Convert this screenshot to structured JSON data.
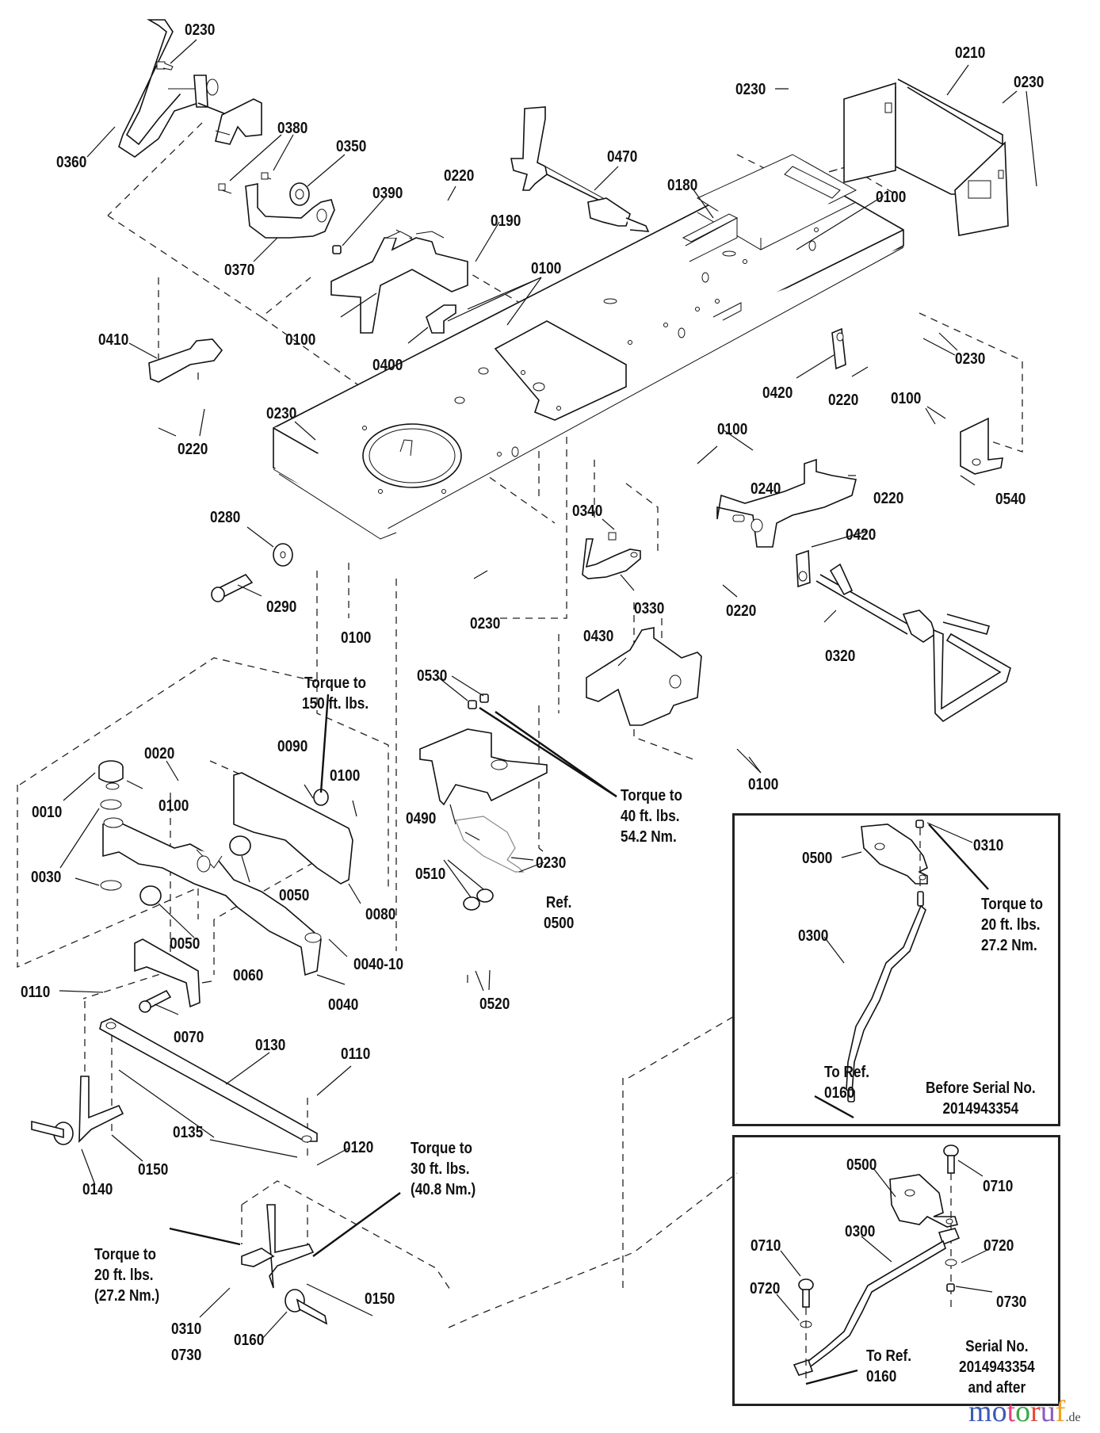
{
  "diagram": {
    "title": "Frame, Steering & Front Axle parts diagram",
    "labels": [
      {
        "id": "l1",
        "text": "0230"
      },
      {
        "id": "l2",
        "text": "0360"
      },
      {
        "id": "l3",
        "text": "0380"
      },
      {
        "id": "l4",
        "text": "0350"
      },
      {
        "id": "l5",
        "text": "0370"
      },
      {
        "id": "l6",
        "text": "0390"
      },
      {
        "id": "l7",
        "text": "0220"
      },
      {
        "id": "l8",
        "text": "0190"
      },
      {
        "id": "l9",
        "text": "0470"
      },
      {
        "id": "l10",
        "text": "0180"
      },
      {
        "id": "l11",
        "text": "0100"
      },
      {
        "id": "l12",
        "text": "0100"
      },
      {
        "id": "l13",
        "text": "0400"
      },
      {
        "id": "l14",
        "text": "0230"
      },
      {
        "id": "l15",
        "text": "0210"
      },
      {
        "id": "l16",
        "text": "0230"
      },
      {
        "id": "l17",
        "text": "0100"
      },
      {
        "id": "l18",
        "text": "0410"
      },
      {
        "id": "l19",
        "text": "0220"
      },
      {
        "id": "l20",
        "text": "0230"
      },
      {
        "id": "l21",
        "text": "0230"
      },
      {
        "id": "l22",
        "text": "0420"
      },
      {
        "id": "l23",
        "text": "0220"
      },
      {
        "id": "l24",
        "text": "0100"
      },
      {
        "id": "l25",
        "text": "0100"
      },
      {
        "id": "l26",
        "text": "0540"
      },
      {
        "id": "l27",
        "text": "0240"
      },
      {
        "id": "l28",
        "text": "0220"
      },
      {
        "id": "l29",
        "text": "0340"
      },
      {
        "id": "l30",
        "text": "0420"
      },
      {
        "id": "l31",
        "text": "0280"
      },
      {
        "id": "l32",
        "text": "0290"
      },
      {
        "id": "l33",
        "text": "0330"
      },
      {
        "id": "l34",
        "text": "0220"
      },
      {
        "id": "l35",
        "text": "0100"
      },
      {
        "id": "l36",
        "text": "0230"
      },
      {
        "id": "l37",
        "text": "0320"
      },
      {
        "id": "l38",
        "text": "0430"
      },
      {
        "id": "l39",
        "text": "0530"
      },
      {
        "id": "l40",
        "text": "0090"
      },
      {
        "id": "l41",
        "text": "0100"
      },
      {
        "id": "l42",
        "text": "0020"
      },
      {
        "id": "l43",
        "text": "0010"
      },
      {
        "id": "l44",
        "text": "0100"
      },
      {
        "id": "l45",
        "text": "0100"
      },
      {
        "id": "l46",
        "text": "0030"
      },
      {
        "id": "l47",
        "text": "0050"
      },
      {
        "id": "l48",
        "text": "0080"
      },
      {
        "id": "l49",
        "text": "0490"
      },
      {
        "id": "l50",
        "text": "0230"
      },
      {
        "id": "l51",
        "text": "0510"
      },
      {
        "id": "l52",
        "text": "0050"
      },
      {
        "id": "l53",
        "text": "0040-10"
      },
      {
        "id": "l54",
        "text": "0060"
      },
      {
        "id": "l55",
        "text": "0040"
      },
      {
        "id": "l56",
        "text": "0520"
      },
      {
        "id": "l57",
        "text": "0110"
      },
      {
        "id": "l58",
        "text": "0070"
      },
      {
        "id": "l59",
        "text": "0130"
      },
      {
        "id": "l60",
        "text": "0110"
      },
      {
        "id": "l61",
        "text": "0135"
      },
      {
        "id": "l62",
        "text": "0120"
      },
      {
        "id": "l63",
        "text": "0150"
      },
      {
        "id": "l64",
        "text": "0140"
      },
      {
        "id": "l65",
        "text": "0150"
      },
      {
        "id": "l66",
        "text": "0310"
      },
      {
        "id": "l67",
        "text": "0730"
      },
      {
        "id": "l68",
        "text": "0160"
      },
      {
        "id": "l69",
        "text": "Ref.\n0500"
      }
    ],
    "notes": {
      "torque_150": "Torque to\n150 ft. lbs.",
      "torque_40": "Torque to\n40 ft. lbs.\n54.2 Nm.",
      "torque_30": "Torque to\n30 ft. lbs.\n(40.8 Nm.)",
      "torque_20": "Torque to\n20 ft. lbs.\n(27.2 Nm.)"
    },
    "inset_before": {
      "labels": {
        "a": "0500",
        "b": "0310",
        "c": "0300"
      },
      "torque": "Torque to\n20 ft. lbs.\n27.2 Nm.",
      "to_ref": "To Ref.\n0160",
      "caption": "Before Serial No.\n2014943354"
    },
    "inset_after": {
      "labels": {
        "a": "0500",
        "b": "0710",
        "c": "0300",
        "d": "0710",
        "e": "0720",
        "f": "0720",
        "g": "0730"
      },
      "to_ref": "To Ref.\n0160",
      "caption": "Serial No.\n2014943354\nand after"
    },
    "watermark": {
      "letters": [
        "m",
        "o",
        "t",
        "o",
        "r",
        "u",
        "f"
      ],
      "colors": [
        "#3a5bb8",
        "#3a5bb8",
        "#e0457b",
        "#3aa845",
        "#e24a3a",
        "#8b5cc4",
        "#f0a020"
      ],
      "suffix": ".de"
    }
  }
}
